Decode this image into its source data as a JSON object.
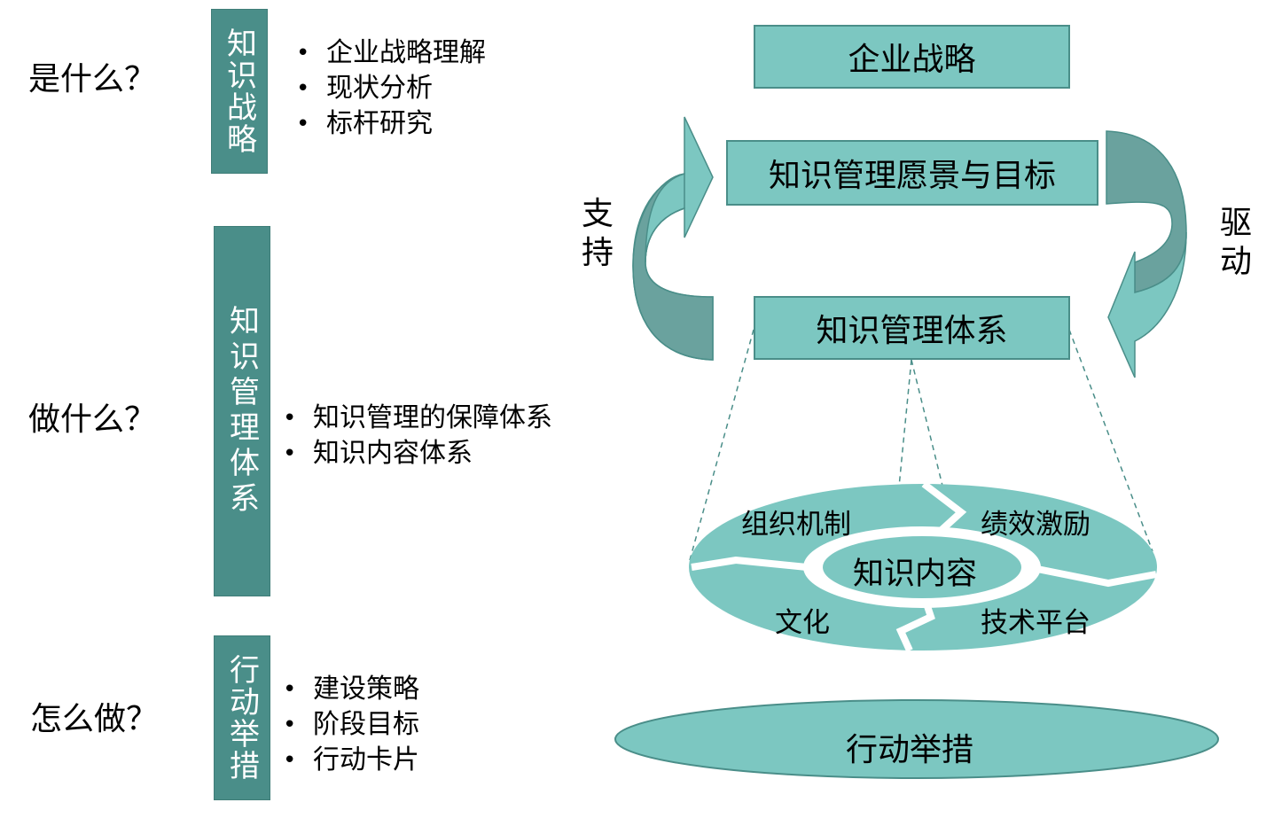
{
  "rows": [
    {
      "question": "是什么？",
      "bar": "知识战略",
      "bullets": [
        "企业战略理解",
        "现状分析",
        "标杆研究"
      ]
    },
    {
      "question": "做什么？",
      "bar": "知识管理体系",
      "bullets": [
        "知识管理的保障体系",
        "知识内容体系"
      ]
    },
    {
      "question": "怎么做？",
      "bar": "行动举措",
      "bullets": [
        "建设策略",
        "阶段目标",
        "行动卡片"
      ]
    }
  ],
  "diagram": {
    "strategy": "企业战略",
    "vision": "知识管理愿景与目标",
    "system": "知识管理体系",
    "support": "支持",
    "drive": "驱动",
    "wheel": {
      "center": "知识内容",
      "top_left": "组织机制",
      "top_right": "绩效激励",
      "bottom_left": "文化",
      "bottom_right": "技术平台"
    },
    "action": "行动举措"
  },
  "colors": {
    "bar": "#4a8e89",
    "box_fill": "#7cc7c1",
    "arrow_dark": "#6aa29e"
  }
}
